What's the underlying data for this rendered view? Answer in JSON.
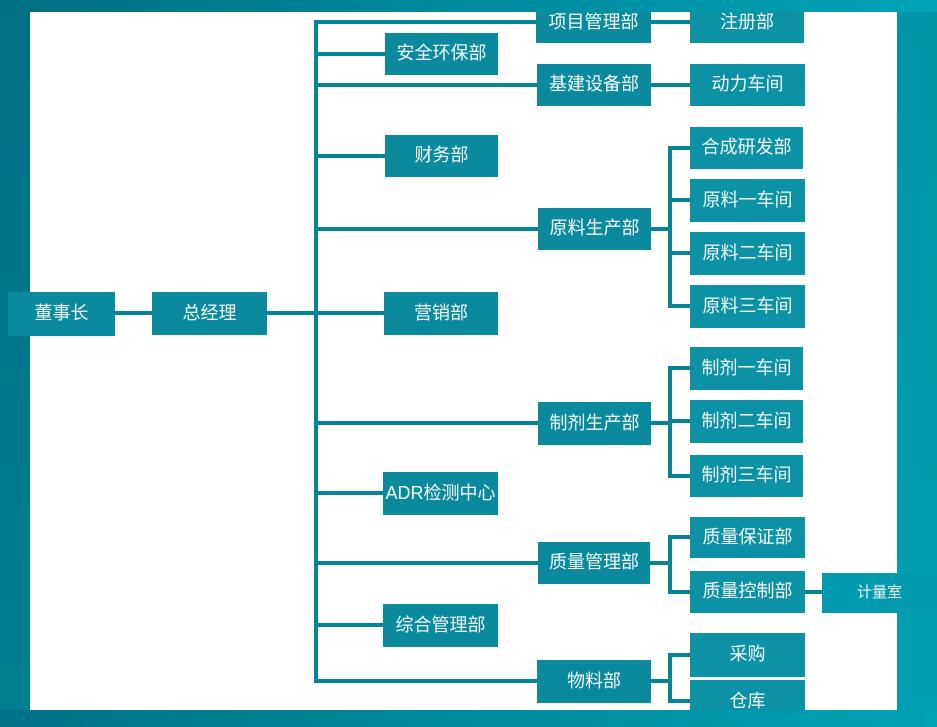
{
  "chart_title": "",
  "org_chart": {
    "type": "org-tree",
    "root_label": "董事长",
    "nodes": [
      {
        "id": "chairman",
        "label": "董事长",
        "parent": null
      },
      {
        "id": "gm",
        "label": "总经理",
        "parent": "chairman"
      },
      {
        "id": "proj",
        "label": "项目管理部",
        "parent": "gm"
      },
      {
        "id": "reg",
        "label": "注册部",
        "parent": "proj"
      },
      {
        "id": "safety",
        "label": "安全环保部",
        "parent": "gm"
      },
      {
        "id": "infra",
        "label": "基建设备部",
        "parent": "gm"
      },
      {
        "id": "power",
        "label": "动力车间",
        "parent": "infra"
      },
      {
        "id": "finance",
        "label": "财务部",
        "parent": "gm"
      },
      {
        "id": "raw",
        "label": "原料生产部",
        "parent": "gm"
      },
      {
        "id": "synth",
        "label": "合成研发部",
        "parent": "raw"
      },
      {
        "id": "raw1",
        "label": "原料一车间",
        "parent": "raw"
      },
      {
        "id": "raw2",
        "label": "原料二车间",
        "parent": "raw"
      },
      {
        "id": "raw3",
        "label": "原料三车间",
        "parent": "raw"
      },
      {
        "id": "marketing",
        "label": "营销部",
        "parent": "gm"
      },
      {
        "id": "prep",
        "label": "制剂生产部",
        "parent": "gm"
      },
      {
        "id": "prep1",
        "label": "制剂一车间",
        "parent": "prep"
      },
      {
        "id": "prep2",
        "label": "制剂二车间",
        "parent": "prep"
      },
      {
        "id": "prep3",
        "label": "制剂三车间",
        "parent": "prep"
      },
      {
        "id": "adr",
        "label": "ADR检测中心",
        "parent": "gm"
      },
      {
        "id": "quality",
        "label": "质量管理部",
        "parent": "gm"
      },
      {
        "id": "qa",
        "label": "质量保证部",
        "parent": "quality"
      },
      {
        "id": "qc",
        "label": "质量控制部",
        "parent": "quality"
      },
      {
        "id": "metrology",
        "label": "计量室",
        "parent": "qc"
      },
      {
        "id": "general",
        "label": "综合管理部",
        "parent": "gm"
      },
      {
        "id": "material",
        "label": "物料部",
        "parent": "gm"
      },
      {
        "id": "purchase",
        "label": "采购",
        "parent": "material"
      },
      {
        "id": "warehouse",
        "label": "仓库",
        "parent": "material"
      }
    ]
  },
  "colors": {
    "box_main": "#0b8a9d",
    "box_right_column": "#0d92a5",
    "box_metrology": "#019aae",
    "connector": "#058497",
    "frame_dark": "#007183",
    "frame_light": "#00a3b8",
    "text": "#f2fafb",
    "background": "#ffffff"
  }
}
